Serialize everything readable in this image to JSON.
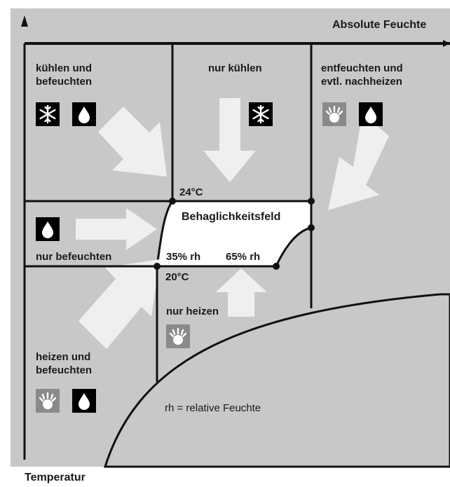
{
  "axes": {
    "y_label": "Absolute Feuchte",
    "x_label": "Temperatur"
  },
  "zones": {
    "cool_humidify": "kühlen und\nbefeuchten",
    "cool_only": "nur kühlen",
    "dehumidify_reheat": "entfeuchten und\nevtl. nachheizen",
    "humidify_only": "nur befeuchten",
    "heat_only": "nur heizen",
    "heat_humidify": "heizen und\nbefeuchten"
  },
  "comfort_zone": {
    "title": "Behaglichkeitsfeld",
    "temp_upper": "24°C",
    "temp_lower": "20°C",
    "rh_lower": "35% rh",
    "rh_upper": "65% rh"
  },
  "legend_note": "rh = relative Feuchte",
  "icons": {
    "cool_humidify": [
      "snowflake",
      "water-drop"
    ],
    "cool_only": [
      "snowflake"
    ],
    "dehumidify_reheat": [
      "heater",
      "water-drop"
    ],
    "humidify_only": [
      "water-drop"
    ],
    "heat_only": [
      "heater"
    ],
    "heat_humidify": [
      "heater",
      "water-drop"
    ]
  },
  "colors": {
    "panel": "#c8c8c8",
    "arrow": "#efefef",
    "line": "#111111",
    "icon_dark": "#000000",
    "icon_grey": "#8a8a8a"
  }
}
